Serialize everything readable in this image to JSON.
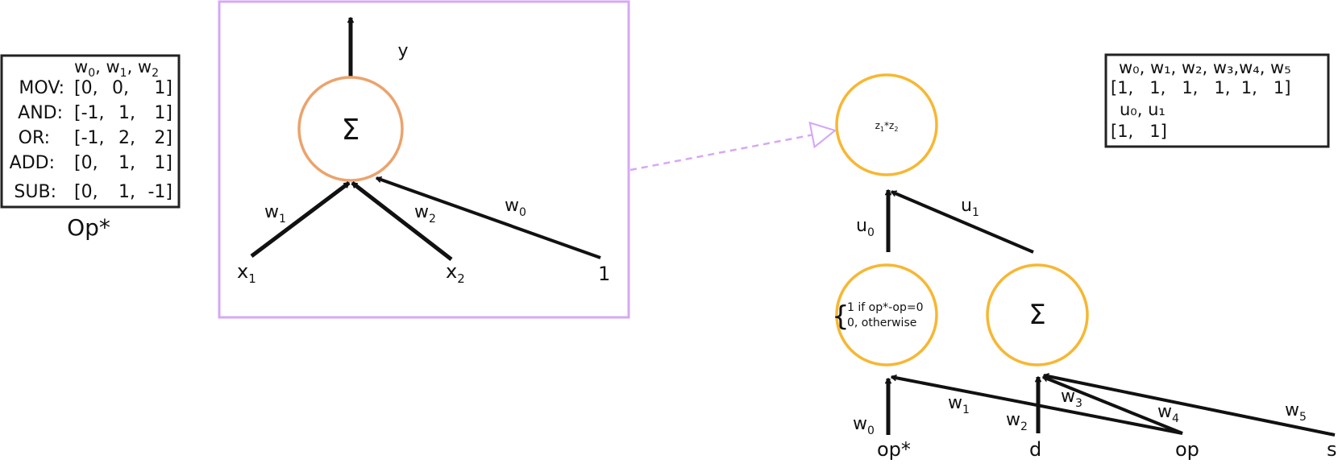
{
  "op_table": {
    "header": [
      "w",
      "0",
      ", w",
      "1",
      ", w",
      "2"
    ],
    "rows": [
      {
        "op": "MOV:",
        "v": [
          "[0,",
          "0,",
          "1]"
        ]
      },
      {
        "op": "AND:",
        "v": [
          "[-1,",
          "1,",
          "1]"
        ]
      },
      {
        "op": "OR:",
        "v": [
          "[-1,",
          "2,",
          "2]"
        ]
      },
      {
        "op": "ADD:",
        "v": [
          "[0,",
          "1,",
          "1]"
        ]
      },
      {
        "op": "SUB:",
        "v": [
          "[0,",
          "1,",
          "-1]"
        ]
      }
    ],
    "caption": "Op*"
  },
  "neuron": {
    "output_label": "y",
    "sum_symbol": "Σ",
    "w1": "w",
    "w1_sub": "1",
    "w2": "w",
    "w2_sub": "2",
    "w0": "w",
    "w0_sub": "0",
    "x1": "x",
    "x1_sub": "1",
    "x2": "x",
    "x2_sub": "2",
    "bias_input": "1"
  },
  "network": {
    "top_node": {
      "a": "z",
      "a_sub": "1",
      "star": "*",
      "b": "z",
      "b_sub": "2"
    },
    "u0": "u",
    "u0_sub": "0",
    "u1": "u",
    "u1_sub": "1",
    "cond_brace": "{",
    "cond_line1": "1 if op*-op=0",
    "cond_line2": "0, otherwise",
    "sum_symbol": "Σ",
    "w0": "w",
    "w0_sub": "0",
    "w1": "w",
    "w1_sub": "1",
    "w2": "w",
    "w2_sub": "2",
    "w3": "w",
    "w3_sub": "3",
    "w4": "w",
    "w4_sub": "4",
    "w5": "w",
    "w5_sub": "5",
    "in_opstar": "op*",
    "in_d": "d",
    "in_op": "op",
    "in_s": "s"
  },
  "weights_table": {
    "line1": "w₀, w₁, w₂, w₃,w₄, w₅",
    "line2": "[1,   1,   1,   1,  1,   1]",
    "line3": "u₀, u₁",
    "line4": "[1,   1]"
  },
  "colors": {
    "purple": "#d6a8f5",
    "orange_neuron": "#eba36c",
    "yellow_node": "#f7b733",
    "ink": "#111111"
  }
}
